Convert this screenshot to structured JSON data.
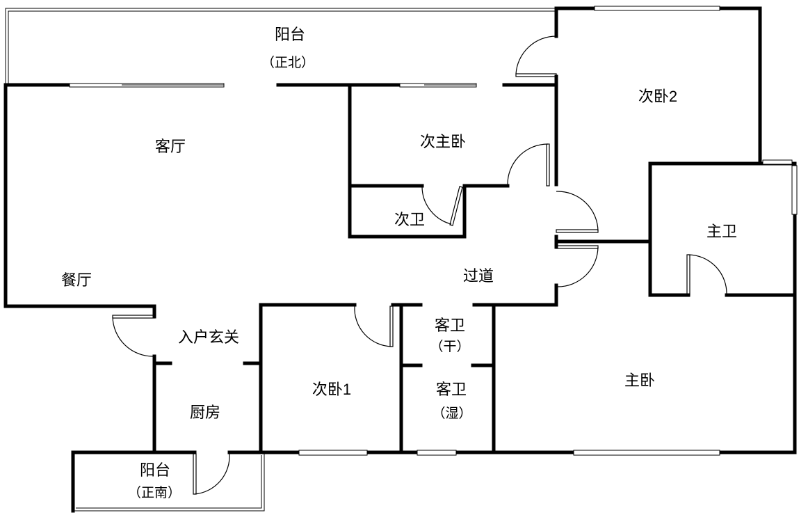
{
  "rooms": {
    "balcony_north": {
      "name": "阳台",
      "note": "（正北）"
    },
    "living_room": "客厅",
    "second_master_bedroom": "次主卧",
    "bedroom2": "次卧2",
    "second_bathroom": "次卫",
    "master_bathroom": "主卫",
    "dining_room": "餐厅",
    "corridor": "过道",
    "entrance": "入户玄关",
    "guest_bath_dry": {
      "name": "客卫",
      "note": "（干）"
    },
    "guest_bath_wet": {
      "name": "客卫",
      "note": "（湿）"
    },
    "bedroom1": "次卧1",
    "master_bedroom": "主卧",
    "kitchen": "厨房",
    "balcony_south": {
      "name": "阳台",
      "note": "（正南）"
    }
  }
}
